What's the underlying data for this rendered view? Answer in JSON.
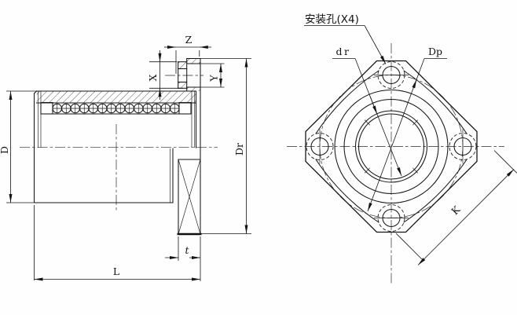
{
  "drawing": {
    "mounting_hole_note": "安装孔(X4)",
    "dimensions": {
      "Z": "Z",
      "X": "X",
      "Y": "Y",
      "D": "D",
      "Dr": "Dr",
      "L": "L",
      "t": "t",
      "dr": "dr",
      "Dp": "Dp",
      "K": "K"
    }
  }
}
